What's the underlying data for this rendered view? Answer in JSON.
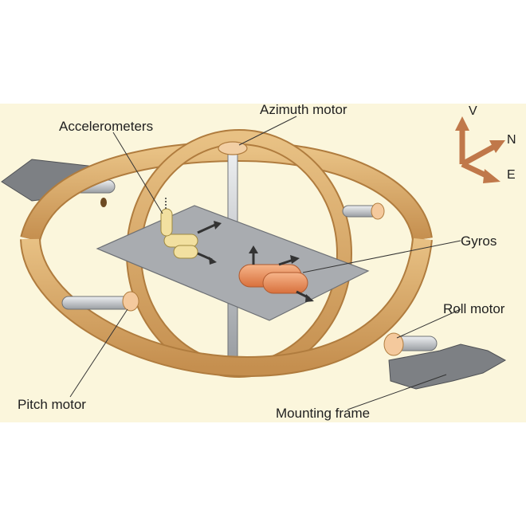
{
  "diagram": {
    "labels": {
      "azimuth_motor": "Azimuth motor",
      "accelerometers": "Accelerometers",
      "gyros": "Gyros",
      "roll_motor": "Roll motor",
      "pitch_motor": "Pitch motor",
      "mounting_frame": "Mounting frame"
    },
    "axes": {
      "vertical": "V",
      "north": "N",
      "east": "E"
    }
  },
  "colors": {
    "background_panel": "#fbf6dc",
    "gimbal_ring": "#d9a86a",
    "gimbal_ring_dark": "#b07c3e",
    "platform": "#a9acb0",
    "mounting_plate": "#7d8084",
    "gyro": "#e98a55",
    "accelerometer": "#f2e0a0",
    "axis_arrow": "#c0784a"
  }
}
